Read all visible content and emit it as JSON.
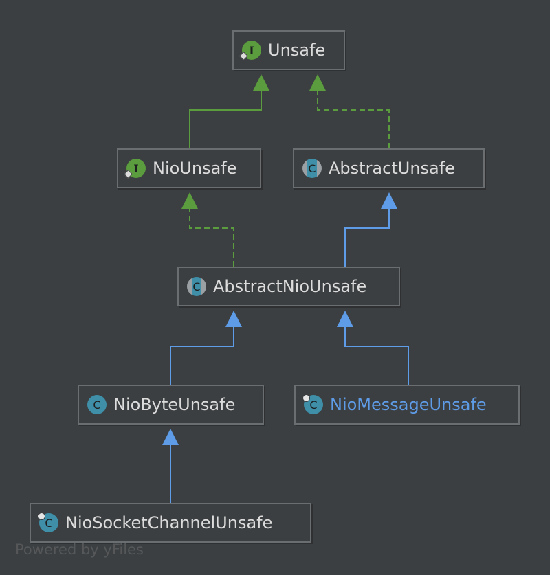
{
  "colors": {
    "interface_arrow": "#5b9c3e",
    "class_arrow": "#5e9ce8",
    "highlight_text": "#5e9ce8"
  },
  "nodes": [
    {
      "id": "unsafe",
      "label": "Unsafe",
      "kind": "interface",
      "icon": "interface-icon"
    },
    {
      "id": "nio-unsafe",
      "label": "NioUnsafe",
      "kind": "interface",
      "icon": "interface-icon"
    },
    {
      "id": "abstract-unsafe",
      "label": "AbstractUnsafe",
      "kind": "abstract-class",
      "icon": "abstract-class-icon"
    },
    {
      "id": "abstract-nio-unsafe",
      "label": "AbstractNioUnsafe",
      "kind": "abstract-class",
      "icon": "abstract-class-icon"
    },
    {
      "id": "nio-byte-unsafe",
      "label": "NioByteUnsafe",
      "kind": "class",
      "icon": "class-icon"
    },
    {
      "id": "nio-message-unsafe",
      "label": "NioMessageUnsafe",
      "kind": "nested-class",
      "icon": "nested-class-icon",
      "highlighted": true
    },
    {
      "id": "nio-socket-channel-unsafe",
      "label": "NioSocketChannelUnsafe",
      "kind": "nested-class",
      "icon": "nested-class-icon"
    }
  ],
  "edges": [
    {
      "from": "nio-unsafe",
      "to": "unsafe",
      "type": "extends-interface"
    },
    {
      "from": "abstract-unsafe",
      "to": "unsafe",
      "type": "implements"
    },
    {
      "from": "abstract-nio-unsafe",
      "to": "nio-unsafe",
      "type": "implements"
    },
    {
      "from": "abstract-nio-unsafe",
      "to": "abstract-unsafe",
      "type": "extends"
    },
    {
      "from": "nio-byte-unsafe",
      "to": "abstract-nio-unsafe",
      "type": "extends"
    },
    {
      "from": "nio-message-unsafe",
      "to": "abstract-nio-unsafe",
      "type": "extends"
    },
    {
      "from": "nio-socket-channel-unsafe",
      "to": "nio-byte-unsafe",
      "type": "extends"
    }
  ],
  "footer": "Powered by yFiles"
}
